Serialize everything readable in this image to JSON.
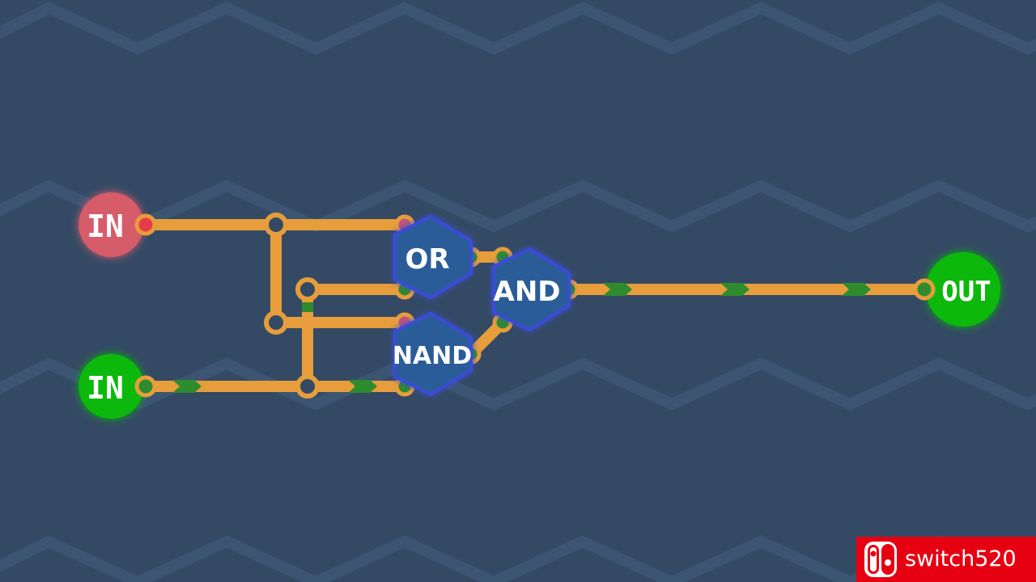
{
  "colors": {
    "background": "#344a64",
    "zigzag": "#3c5573",
    "wire": "#e79d3b",
    "signal_active": "#2e8b2e",
    "input_off": "#d65c6a",
    "input_on": "#0fb80f",
    "output_on": "#0fb80f",
    "gate_fill": "#2a5d98",
    "gate_glow": "#3a4bd8",
    "watermark_bg": "#e60012"
  },
  "inputs": [
    {
      "label": "IN",
      "state": "off"
    },
    {
      "label": "IN",
      "state": "on"
    }
  ],
  "gates": [
    {
      "label": "OR",
      "type": "or"
    },
    {
      "label": "NAND",
      "type": "nand"
    },
    {
      "label": "AND",
      "type": "and"
    }
  ],
  "output": {
    "label": "OUT",
    "state": "on"
  },
  "watermark": {
    "text": "switch520",
    "icon": "nintendo-switch-logo-icon"
  }
}
